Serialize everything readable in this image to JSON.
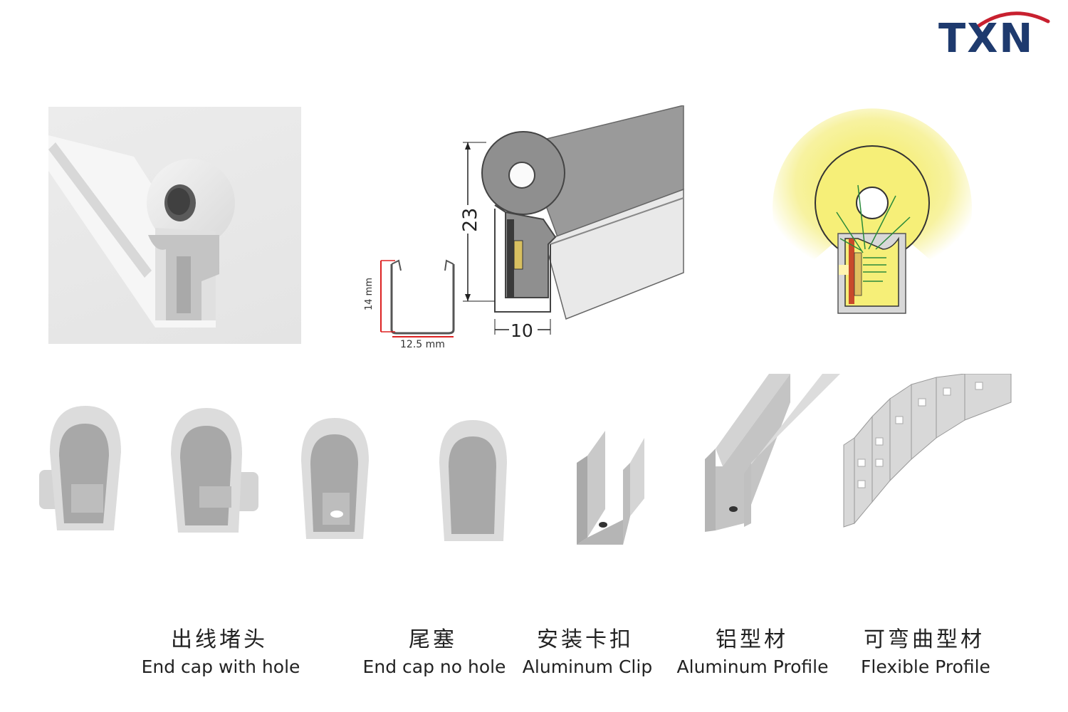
{
  "brand": {
    "logo_text": "TXN",
    "color": "#1e3a6e",
    "swoosh_color": "#c8202f"
  },
  "dimensions": {
    "height": "23",
    "width": "10",
    "clip_height": "14 mm",
    "clip_width": "12.5 mm"
  },
  "labels": [
    {
      "cn": "出线堵头",
      "en": "End cap with hole"
    },
    {
      "cn": "尾塞",
      "en": "End cap no hole"
    },
    {
      "cn": "安装卡扣",
      "en": "Aluminum Clip"
    },
    {
      "cn": "铝型材",
      "en": "Aluminum Profile"
    },
    {
      "cn": "可弯曲型材",
      "en": "Flexible Profile"
    }
  ]
}
